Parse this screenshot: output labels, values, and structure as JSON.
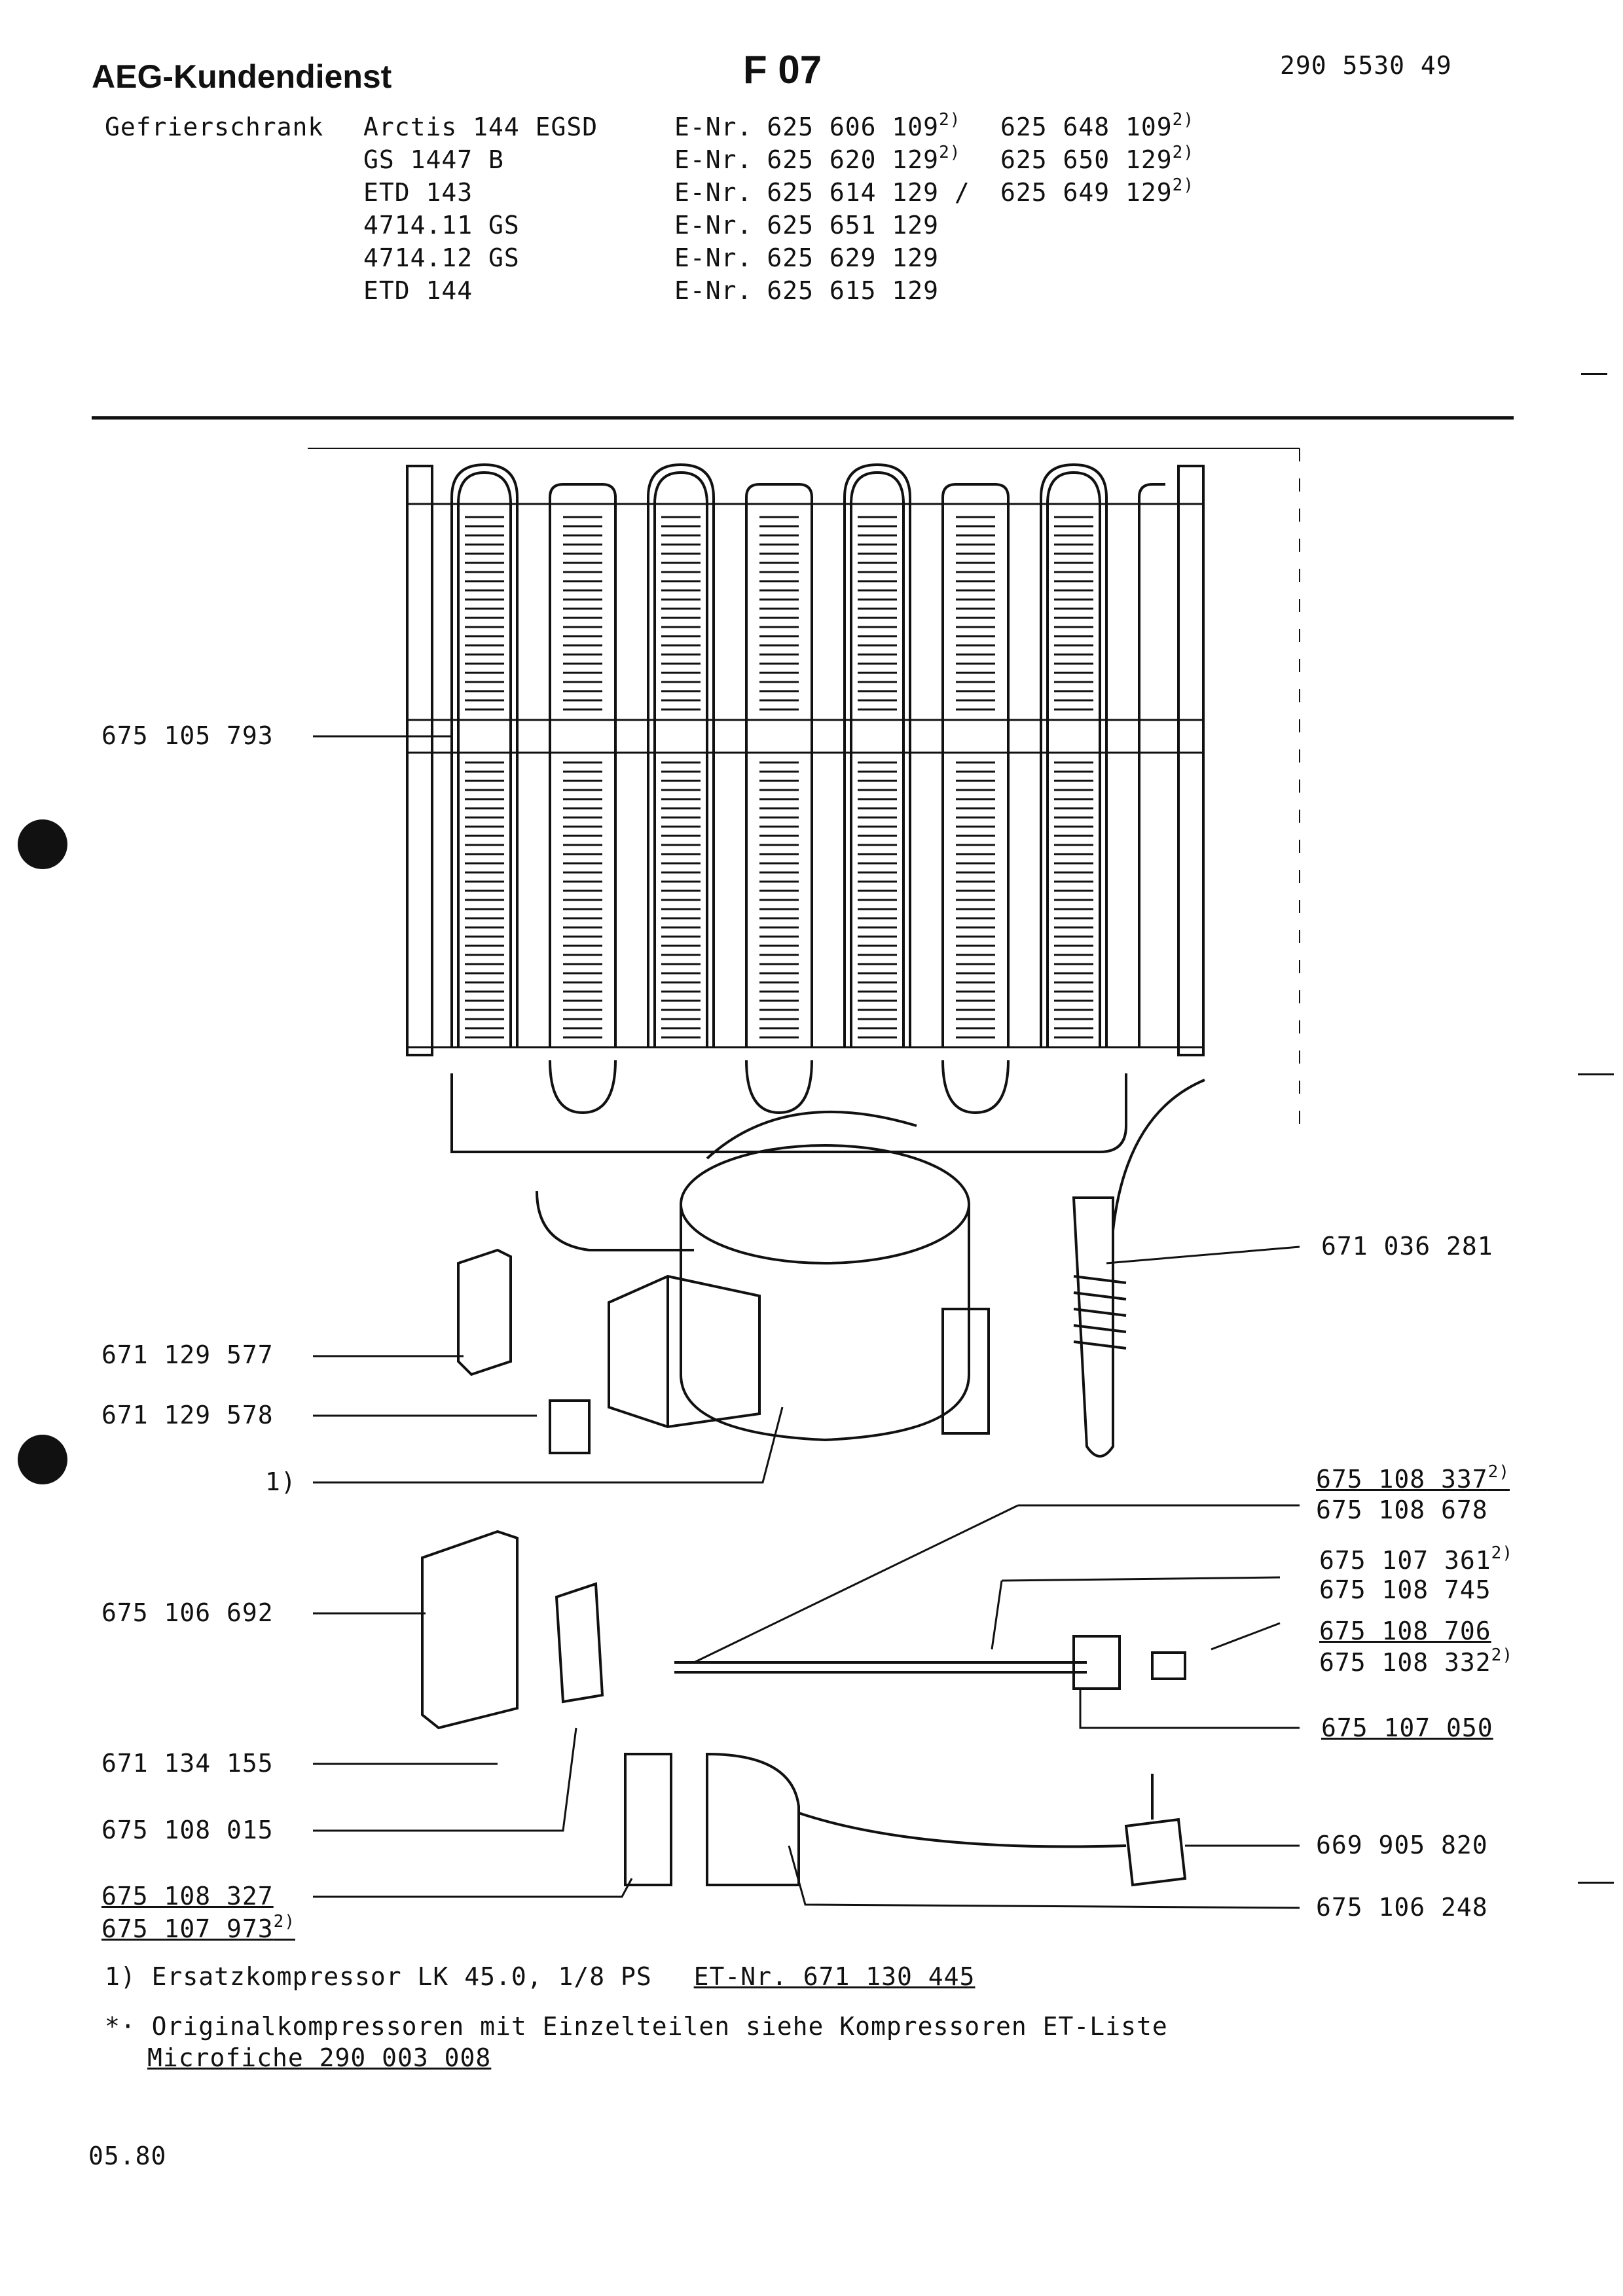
{
  "header": {
    "brand": "AEG-Kundendienst",
    "sheet_code": "F 07",
    "doc_number": "290 5530 49"
  },
  "models": [
    {
      "type": "Gefrierschrank",
      "model": "Arctis 144 EGSD",
      "enr_prefix": "E-Nr.",
      "enr": "625 606 109",
      "enr_note": "2)",
      "alt": "625 648 109",
      "alt_note": "2)"
    },
    {
      "type": "",
      "model": "GS     1447 B",
      "enr_prefix": "E-Nr.",
      "enr": "625 620 129",
      "enr_note": "2)",
      "alt": "625 650 129",
      "alt_note": "2)"
    },
    {
      "type": "",
      "model": "ETD     143",
      "enr_prefix": "E-Nr.",
      "enr": "625 614 129 /",
      "enr_note": "",
      "alt": "625 649 129",
      "alt_note": "2)"
    },
    {
      "type": "",
      "model": "4714.11 GS",
      "enr_prefix": "E-Nr.",
      "enr": "625 651 129",
      "enr_note": "",
      "alt": "",
      "alt_note": ""
    },
    {
      "type": "",
      "model": "4714.12 GS",
      "enr_prefix": "E-Nr.",
      "enr": "625 629 129",
      "enr_note": "",
      "alt": "",
      "alt_note": ""
    },
    {
      "type": "",
      "model": "ETD  144",
      "enr_prefix": "E-Nr.",
      "enr": "625 615 129",
      "enr_note": "",
      "alt": "",
      "alt_note": ""
    }
  ],
  "left_labels": {
    "condenser": "675 105 793",
    "cover_top": "671 129 577",
    "clip": "671 129 578",
    "compressor_ref": "1)",
    "relay_box": "675 106 692",
    "clip_small": "671 134 155",
    "starter": "675 108 015",
    "cap1": "675 108 327",
    "cap2": "675 107 973",
    "cap2_note": "2)"
  },
  "right_labels": {
    "drier": "671 036 281",
    "thermo1": "675 108 337",
    "thermo1_note": "2)",
    "thermo2": "675 108 678",
    "thermo3": "675 107 361",
    "thermo3_note": "2)",
    "thermo4": "675 108 745",
    "knob1": "675 108 706",
    "knob2": "675 108 332",
    "knob2_note": "2)",
    "bracket": "675 107 050",
    "plug": "669 905 820",
    "cable": "675 106 248"
  },
  "footnotes": {
    "note1_text": "1) Ersatzkompressor LK 45.0, 1/8 PS",
    "note1_ref": "ET-Nr. 671 130 445",
    "note2_line1": "*· Originalkompressoren mit Einzelteilen siehe Kompressoren ET-Liste",
    "note2_line2": "Microfiche 290 003 008"
  },
  "date": "05.80"
}
